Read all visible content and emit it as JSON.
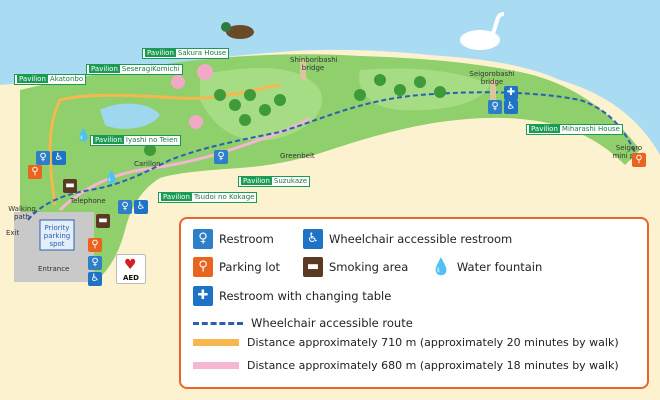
{
  "pavilions": [
    {
      "prefix": "Pavilion",
      "name": "Akatonbo"
    },
    {
      "prefix": "Pavilion",
      "name": "SeseragiKomichi"
    },
    {
      "prefix": "Pavilion",
      "name": "Sakura House"
    },
    {
      "prefix": "Pavilion",
      "name": "Iyashi no Teien"
    },
    {
      "prefix": "Pavilion",
      "name": "Suzukaze"
    },
    {
      "prefix": "Pavilion",
      "name": "Tsudoi no Kokage"
    },
    {
      "prefix": "Pavilion",
      "name": "Miharashi House"
    }
  ],
  "places": {
    "shinboribashi": "Shinboribashi bridge",
    "seigorobashi": "Seigorobashi bridge",
    "greenbelt": "Greenbelt",
    "carillon": "Carillon",
    "telephone": "Telephone",
    "walking_path": "Walking path",
    "exit": "Exit",
    "entrance": "Entrance",
    "priority_parking": "Priority parking spot",
    "seigoro_mini_park": "Seigoro mini park",
    "aed": "AED"
  },
  "legend": {
    "restroom": "Restroom",
    "wheelchair_restroom": "Wheelchair accessible restroom",
    "parking": "Parking lot",
    "smoking": "Smoking area",
    "water_fountain": "Water fountain",
    "changing_table": "Restroom with changing table",
    "wheelchair_route": "Wheelchair accessible route",
    "distance_orange": "Distance approximately 710 m (approximately 20 minutes by walk)",
    "distance_pink": "Distance approximately 680 m  (approximately 18 minutes by walk)"
  },
  "icons": {
    "restroom": "restroom-icon",
    "wheelchair": "wheelchair-icon",
    "parking": "bicycle-parking-icon",
    "smoking": "smoking-icon",
    "water": "water-drop-icon",
    "changing": "changing-table-icon"
  },
  "colors": {
    "lake": "#a9dcf2",
    "park": "#8fcf6c",
    "orange_route": "#f4b84e",
    "pink_route": "#f4b6d0",
    "wheelchair_route": "#2b5fb4",
    "pavilion": "#1a9a52",
    "legend_border": "#e6662b"
  }
}
